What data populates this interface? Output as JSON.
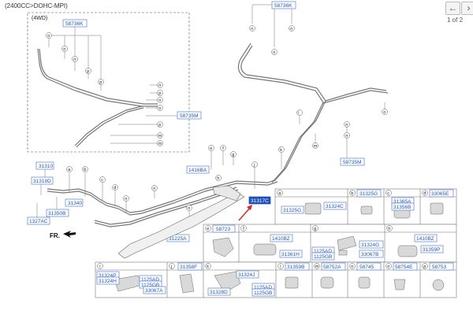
{
  "header": {
    "title": "(2400CC>DOHC-MPI)"
  },
  "pager": {
    "prev": "←",
    "next": "›",
    "page": "1 of 2"
  },
  "inset": {
    "label": "(4WD)",
    "codes": [
      "58736K",
      "58735M"
    ]
  },
  "main_codes": {
    "c58736K": "58736K",
    "c58735M": "58735M",
    "c31310": "31310",
    "c31319D": "31319D",
    "c31340": "31340",
    "c31350B": "31350B",
    "c1327AC": "1327AC",
    "c1416BA": "1416BA",
    "c31317C": "31317C",
    "c31225A": "31225A"
  },
  "front_label": "FR.",
  "letters": [
    "a",
    "b",
    "c",
    "d",
    "e",
    "f",
    "g",
    "h",
    "i",
    "j",
    "k",
    "l",
    "m",
    "n",
    "o",
    "p"
  ],
  "table": {
    "row1": [
      {
        "letter": "a",
        "codes": [
          "31325G",
          "31324C"
        ]
      },
      {
        "letter": "b",
        "codes": [
          "31325G"
        ]
      },
      {
        "letter": "c",
        "codes": [
          "31365A",
          "31356B"
        ]
      },
      {
        "letter": "d",
        "codes": [
          "33065E"
        ]
      }
    ],
    "row2": [
      {
        "letter": "e",
        "codes": [
          "58723"
        ]
      },
      {
        "letter": "f",
        "codes": [
          "1410BZ",
          "31361H"
        ]
      },
      {
        "letter": "g",
        "codes": [
          "31324G",
          "1125AD",
          "1125GB",
          "33067B"
        ]
      },
      {
        "letter": "h",
        "codes": [
          "1410BZ",
          "31359P"
        ]
      }
    ],
    "row3": [
      {
        "letter": "i",
        "codes": [
          "31324P",
          "31324H",
          "1125AD",
          "1125GB",
          "33067A"
        ]
      },
      {
        "letter": "j",
        "codes": [
          "31358F"
        ]
      },
      {
        "letter": "k",
        "codes": [
          "31324J",
          "31328D",
          "1125AD",
          "1125GB"
        ]
      },
      {
        "letter": "l",
        "codes": [
          "31359B"
        ]
      },
      {
        "letter": "m",
        "codes": [
          "58752A"
        ]
      },
      {
        "letter": "n",
        "codes": [
          "58745"
        ]
      },
      {
        "letter": "o",
        "codes": [
          "58754E"
        ]
      },
      {
        "letter": "p",
        "codes": [
          "58753"
        ]
      }
    ]
  },
  "colors": {
    "code_text": "#1f55c8",
    "code_border": "#5a7fd6",
    "highlight_box": "#1f4fb8",
    "arrow": "#e02020"
  }
}
